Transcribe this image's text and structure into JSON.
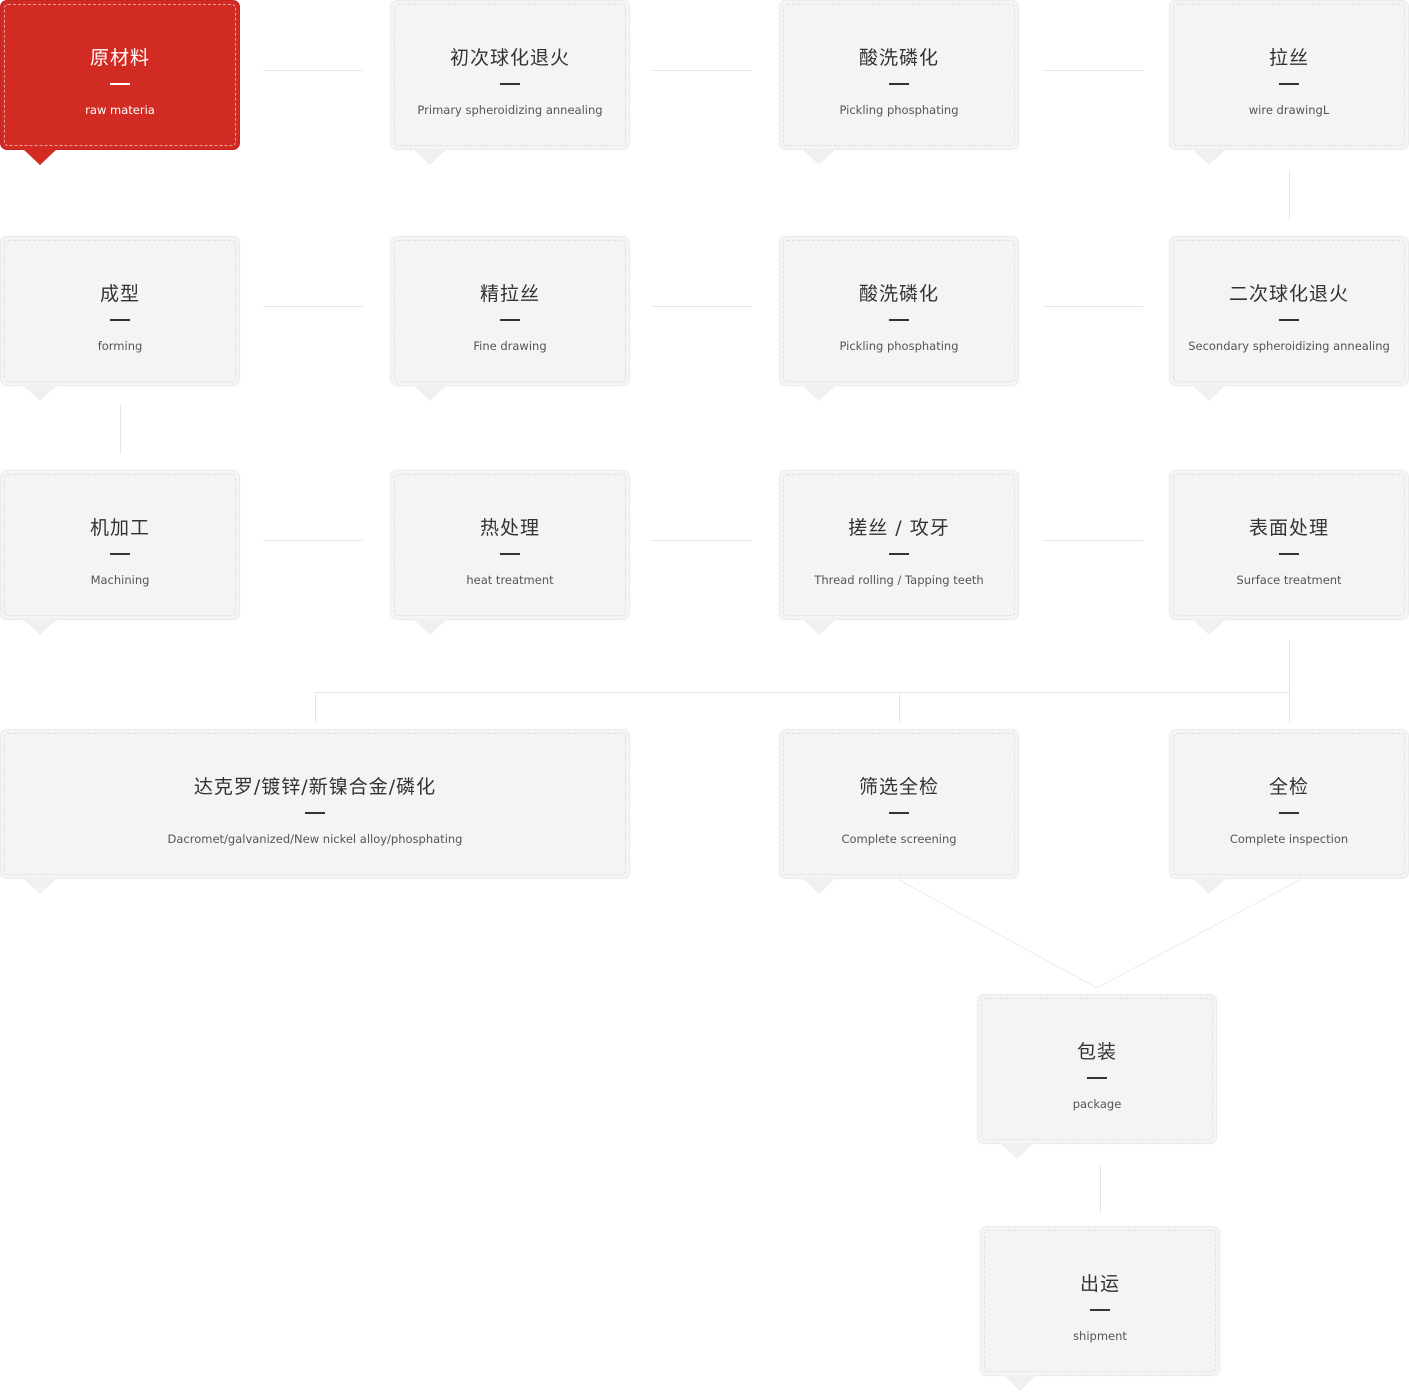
{
  "colors": {
    "active_fill": "#d22b24",
    "box_fill": "#f4f4f4",
    "connector": "#e6e6e6",
    "title_text": "#333333"
  },
  "steps": {
    "raw_material": {
      "title": "原材料",
      "subtitle": "raw materia"
    },
    "primary_annealing": {
      "title": "初次球化退火",
      "subtitle": "Primary spheroidizing annealing"
    },
    "pickling_1": {
      "title": "酸洗磷化",
      "subtitle": "Pickling phosphating"
    },
    "wire_drawing": {
      "title": "拉丝",
      "subtitle": "wire drawingL"
    },
    "forming": {
      "title": "成型",
      "subtitle": "forming"
    },
    "fine_drawing": {
      "title": "精拉丝",
      "subtitle": "Fine drawing"
    },
    "pickling_2": {
      "title": "酸洗磷化",
      "subtitle": "Pickling phosphating"
    },
    "secondary_annealing": {
      "title": "二次球化退火",
      "subtitle": "Secondary spheroidizing annealing"
    },
    "machining": {
      "title": "机加工",
      "subtitle": "Machining"
    },
    "heat_treatment": {
      "title": "热处理",
      "subtitle": "heat treatment"
    },
    "thread_rolling": {
      "title": "搓丝 / 攻牙",
      "subtitle": "Thread rolling / Tapping teeth"
    },
    "surface_treatment": {
      "title": "表面处理",
      "subtitle": "Surface treatment"
    },
    "dacromet": {
      "title": "达克罗/镀锌/新镍合金/磷化",
      "subtitle": "Dacromet/galvanized/New nickel alloy/phosphating"
    },
    "screening": {
      "title": "筛选全检",
      "subtitle": "Complete screening"
    },
    "inspection": {
      "title": "全检",
      "subtitle": "Complete inspection"
    },
    "package": {
      "title": "包装",
      "subtitle": "package"
    },
    "shipment": {
      "title": "出运",
      "subtitle": "shipment"
    }
  }
}
